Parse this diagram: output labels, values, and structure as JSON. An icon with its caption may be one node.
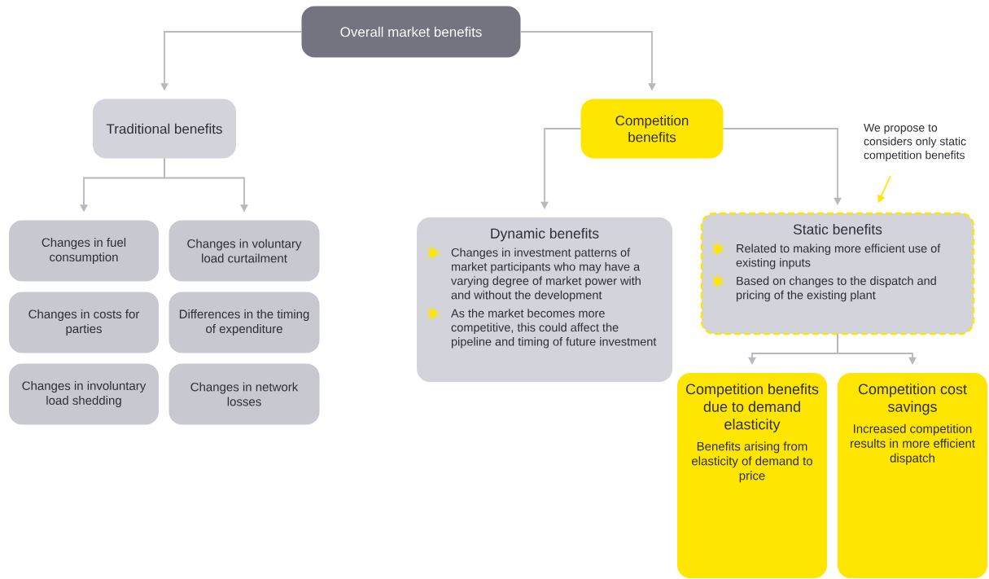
{
  "diagram": {
    "nodes": [
      {
        "text": [
          "Overall market benefits"
        ]
      },
      {
        "text": [
          "Traditional benefits"
        ]
      },
      {
        "text": [
          "Competition benefits"
        ]
      },
      {
        "text": [
          "Changes in fuel consumption"
        ]
      },
      {
        "text": [
          "Changes in voluntary load curtailment"
        ]
      },
      {
        "text": [
          "Changes in costs for parties"
        ]
      },
      {
        "text": [
          "Differences in the timing of expenditure"
        ]
      },
      {
        "text": [
          "Changes in involuntary load shedding"
        ]
      },
      {
        "text": [
          "Changes in network losses"
        ]
      },
      {
        "text": [
          "Dynamic benefits",
          "Changes in investment patterns of market participants who may have a varying degree of market power with and without the development",
          "As the market becomes more competitive, this could affect the pipeline and timing of future investment"
        ]
      },
      {
        "text": [
          "Static benefits",
          "Related to making more efficient use of existing inputs",
          "Based on changes to the dispatch and pricing of the existing plant"
        ]
      },
      {
        "text": [
          "Competition benefits due to demand elasticity",
          "Benefits arising from elasticity of demand to price"
        ]
      },
      {
        "text": [
          "Competition cost savings",
          "Increased competition results in more efficient dispatch"
        ]
      },
      {
        "text": [
          "We propose to considers only static competition benefits"
        ]
      }
    ],
    "edges": [
      {
        "from": 0,
        "to": 1,
        "arrow": "to"
      },
      {
        "from": 0,
        "to": 2,
        "arrow": "to"
      },
      {
        "from": 1,
        "to": 3,
        "arrow": "to"
      },
      {
        "from": 1,
        "to": 4,
        "arrow": "to"
      },
      {
        "from": 2,
        "to": 9,
        "arrow": "to"
      },
      {
        "from": 2,
        "to": 10,
        "arrow": "to"
      },
      {
        "from": 10,
        "to": 11,
        "arrow": "to"
      },
      {
        "from": 10,
        "to": 12,
        "arrow": "to"
      },
      {
        "from": 13,
        "to": 10,
        "arrow": "to",
        "color": "#ffe600"
      }
    ]
  }
}
